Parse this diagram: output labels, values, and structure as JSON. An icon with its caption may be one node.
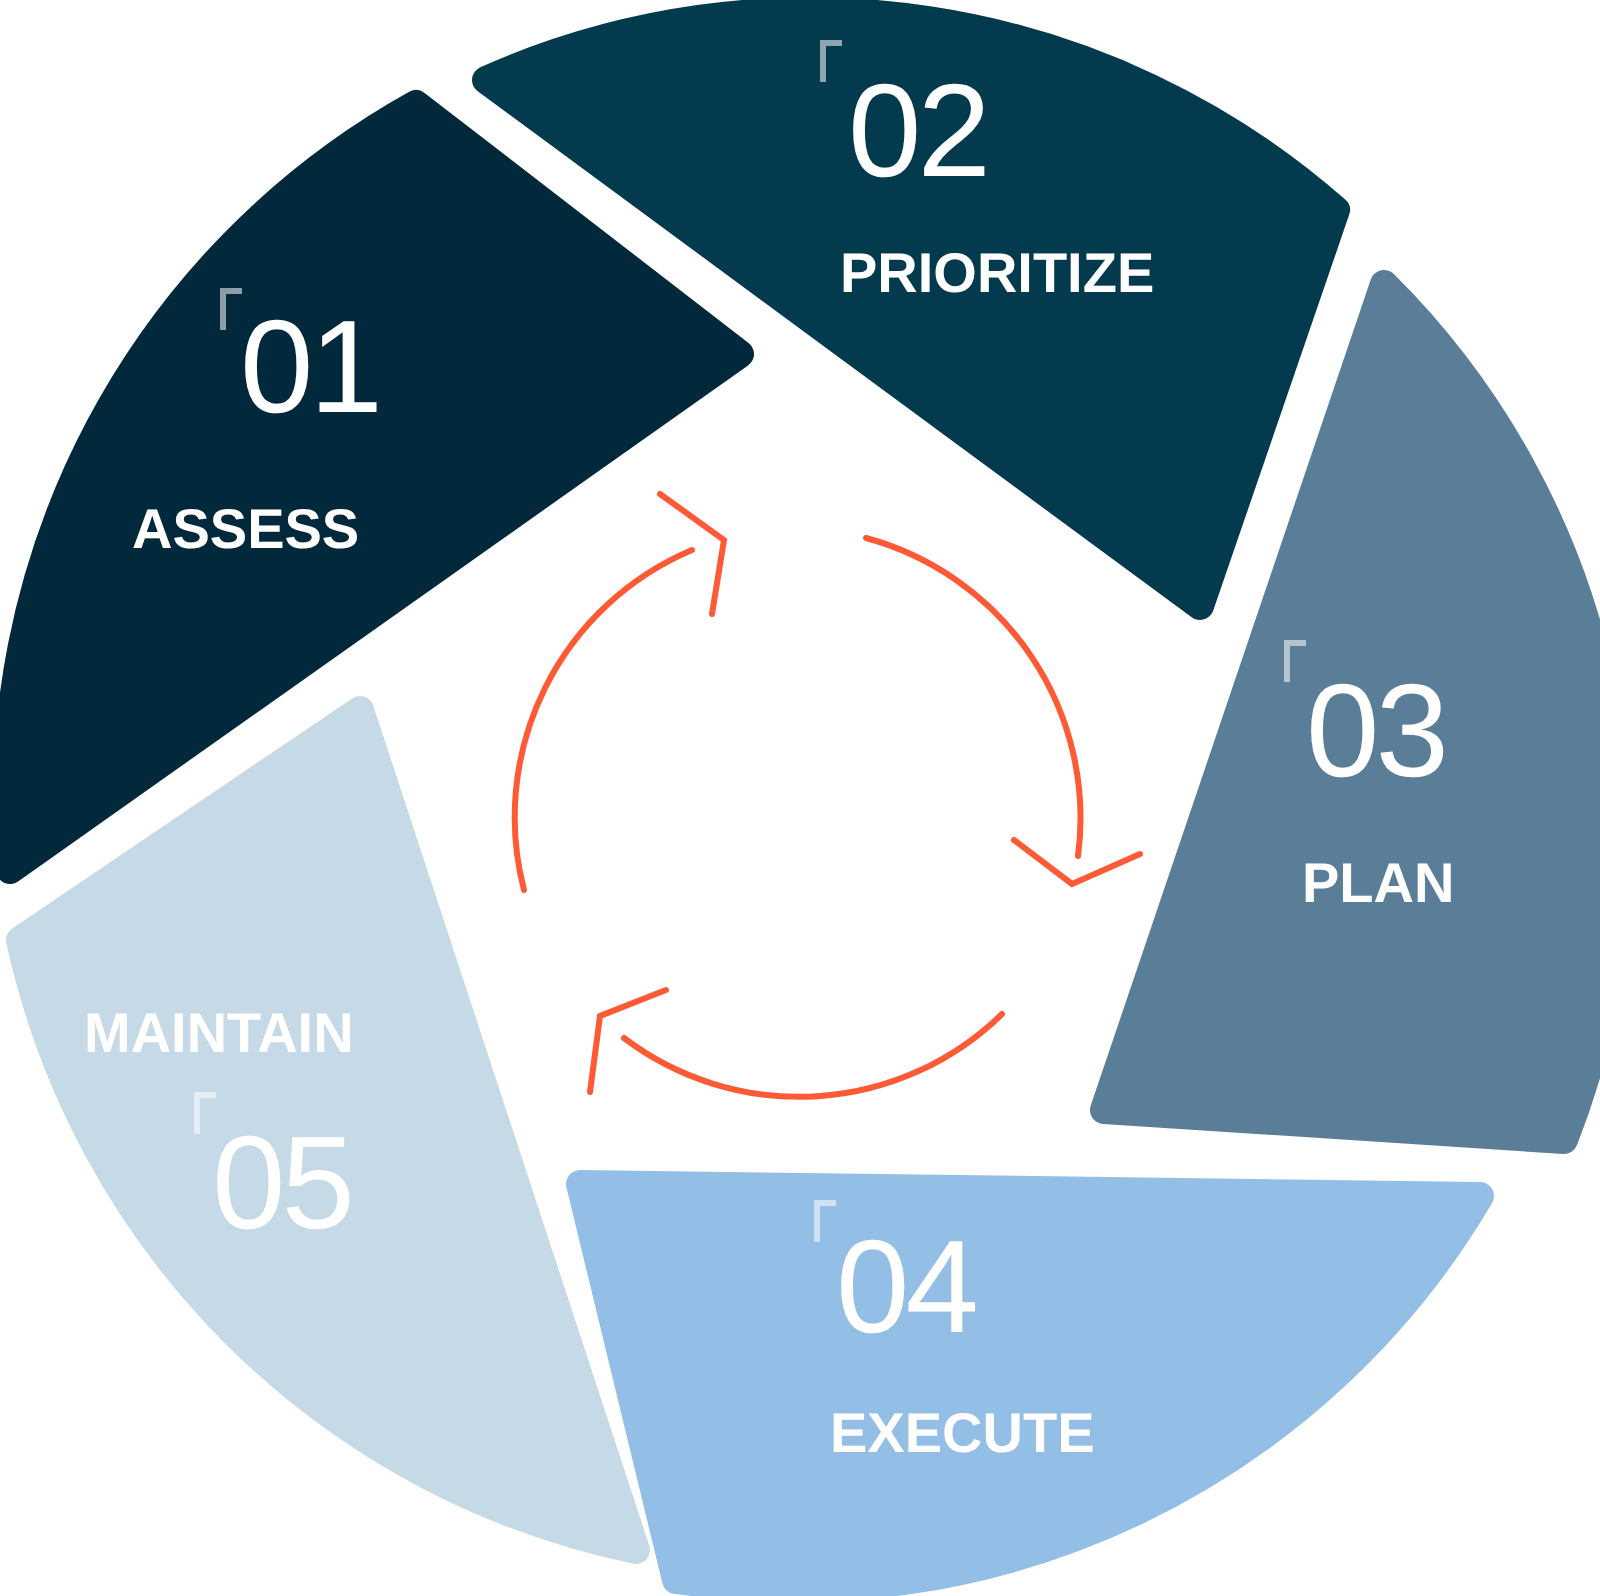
{
  "diagram": {
    "nodes": [
      {
        "text": [
          "01",
          "ASSESS"
        ]
      },
      {
        "text": [
          "02",
          "PRIORITIZE"
        ]
      },
      {
        "text": [
          "03",
          "PLAN"
        ]
      },
      {
        "text": [
          "04",
          "EXECUTE"
        ]
      },
      {
        "text": [
          "MAINTAIN",
          "05"
        ]
      }
    ]
  }
}
